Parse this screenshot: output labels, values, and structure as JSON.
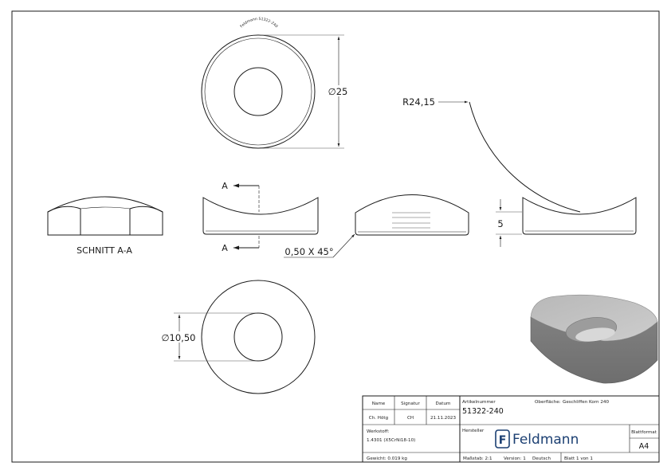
{
  "top_view": {
    "engraving": "Feldmann 51322-240",
    "dim_diameter": "∅25"
  },
  "views": {
    "radius_label": "R24,15",
    "height_label": "5",
    "chamfer_label": "0,50 X 45°",
    "section_marker_top": "A",
    "section_marker_bottom": "A",
    "section_caption": "SCHNITT A-A",
    "hole_diameter": "∅10,50"
  },
  "title_block": {
    "col_name": "Name",
    "col_signature": "Signatur",
    "col_date": "Datum",
    "name": "Ch. Hötg",
    "signature": "CH",
    "date": "21.11.2023",
    "article_label": "Artikelnummer",
    "article_number": "51322-240",
    "surface_label": "Oberfläche:",
    "surface_value": "Geschliffen Korn 240",
    "material_label": "Werkstoff:",
    "material_value": "1.4301 (X5CrNi18-10)",
    "maker_label": "Hersteller",
    "logo_letter": "F",
    "logo_text": "Feldmann",
    "format_label": "Blattformat",
    "format_value": "A4",
    "weight": "Gewicht: 0.019 kg",
    "scale": "Maßstab: 2:1",
    "version": "Version: 1",
    "language": "Deutsch",
    "sheet": "Blatt 1 von 1"
  }
}
